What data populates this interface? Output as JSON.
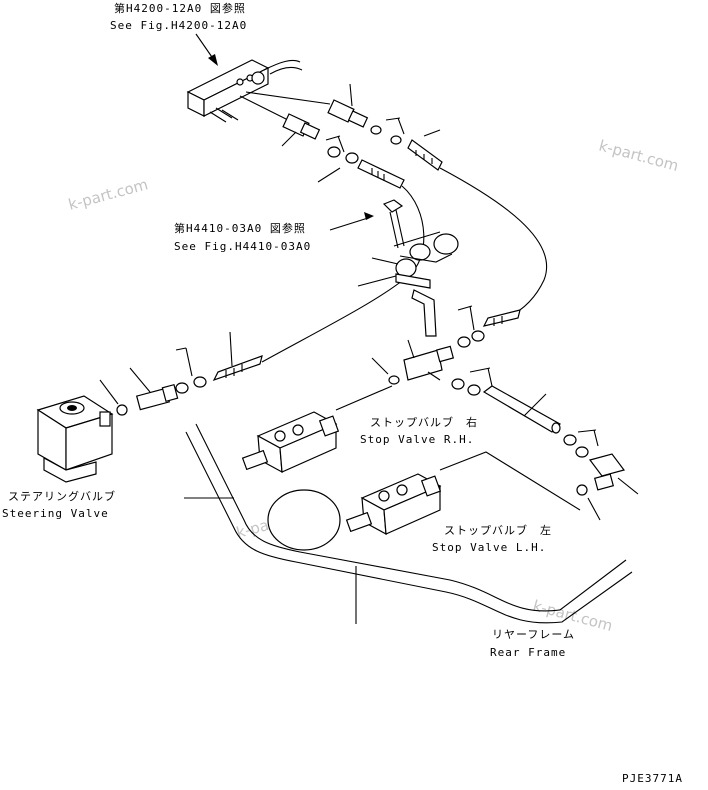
{
  "labels": {
    "ref_top_jp": "第H4200-12A0 図参照",
    "ref_top_en": "See Fig.H4200-12A0",
    "ref_mid_jp": "第H4410-03A0 図参照",
    "ref_mid_en": "See Fig.H4410-03A0",
    "stop_rh_jp": "ストップバルブ　右",
    "stop_rh_en": "Stop Valve R.H.",
    "stop_lh_jp": "ストップバルブ　左",
    "stop_lh_en": "Stop Valve L.H.",
    "steering_jp": "ステアリングバルブ",
    "steering_en": "Steering Valve",
    "frame_jp": "リヤーフレーム",
    "frame_en": "Rear Frame",
    "drawing_no": "PJE3771A"
  },
  "watermarks": [
    "k-part.com",
    "k-part.com",
    "k-part.com",
    "k-part.com"
  ],
  "colors": {
    "line": "#000000",
    "watermark": "#c4c4c4",
    "background": "#ffffff"
  }
}
